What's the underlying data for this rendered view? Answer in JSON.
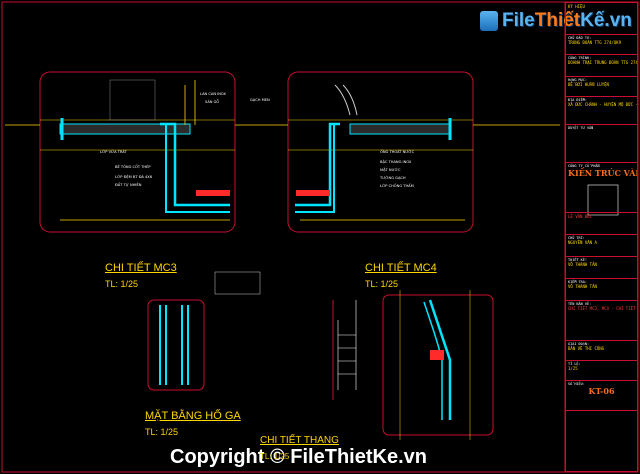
{
  "watermark": {
    "brand_prefix": "File",
    "brand_mid": "Thiết",
    "brand_suffix": "Kế.vn",
    "bottom_text": "Copyright © FileThietKe.vn"
  },
  "drawing": {
    "detail_mc3": {
      "title": "CHI TIẾT MC3",
      "scale": "TL: 1/25"
    },
    "detail_mc4": {
      "title": "CHI TIẾT MC4",
      "scale": "TL: 1/25"
    },
    "manhole_plan": {
      "title": "MẶT BẰNG HỐ GA",
      "scale": "TL: 1/25"
    },
    "stair_detail": {
      "title": "CHI TIẾT THANG",
      "scale": "TL: 1/25"
    }
  },
  "title_block": {
    "rows": [
      {
        "label": "",
        "value": "KÝ HIỆU"
      },
      {
        "label": "CHỦ ĐẦU TƯ:",
        "value": "TRUNG ĐOÀN TTG 274/QK9"
      },
      {
        "label": "CÔNG TRÌNH:",
        "value": "DOANH TRẠI TRUNG ĐOÀN TTG 274"
      },
      {
        "label": "HẠNG MỤC:",
        "value": "BỂ BƠI HUẤN LUYỆN"
      },
      {
        "label": "ĐỊA ĐIỂM:",
        "value": "XÃ ĐỨC CHÁNH - HUYỆN MỘ ĐỨC - TỈNH QUẢNG NGÃI"
      },
      {
        "label": "DUYỆT TƯ VẤN",
        "value": ""
      },
      {
        "label": "CÔNG TY CỔ PHẦN",
        "value": "KIẾN TRÚC VÀNG",
        "big": true
      },
      {
        "label": "",
        "value": "LÊ VĂN ĐỨC",
        "red": true
      },
      {
        "label": "CHỦ TRÌ:",
        "value": "NGUYỄN VĂN A"
      },
      {
        "label": "THIẾT KẾ:",
        "value": "VÕ THÀNH TÂN"
      },
      {
        "label": "KIỂM TRA:",
        "value": "VÕ THÀNH TÂN"
      },
      {
        "label": "TÊN BẢN VẼ:",
        "value": "CHI TIẾT MC3, MC4 - CHI TIẾT THANG BIỂN",
        "red": true
      },
      {
        "label": "GIAI ĐOẠN:",
        "value": "BẢN VẼ THI CÔNG"
      },
      {
        "label": "TỈ LỆ:",
        "value": "1/25"
      },
      {
        "label": "SỐ HIỆU:",
        "value": "KT-06",
        "big": true
      }
    ]
  },
  "annotations": [
    "LAN CAN INOX",
    "SÀN GỖ",
    "LỚP VỮA TRÁT",
    "BÊ TÔNG CỐT THÉP",
    "LỚP ĐỆM BT ĐÁ 4X6",
    "ĐẤT TỰ NHIÊN",
    "GẠCH MEN",
    "ỐNG THOÁT NƯỚC",
    "BẬC THANG INOX",
    "MẶT NƯỚC",
    "TƯỜNG GẠCH",
    "LỚP CHỐNG THẤM"
  ],
  "colors": {
    "background": "#000000",
    "concrete": "#00e5ff",
    "dimension": "#ffd500",
    "frame": "#c8102e",
    "text": "#ffffff"
  }
}
